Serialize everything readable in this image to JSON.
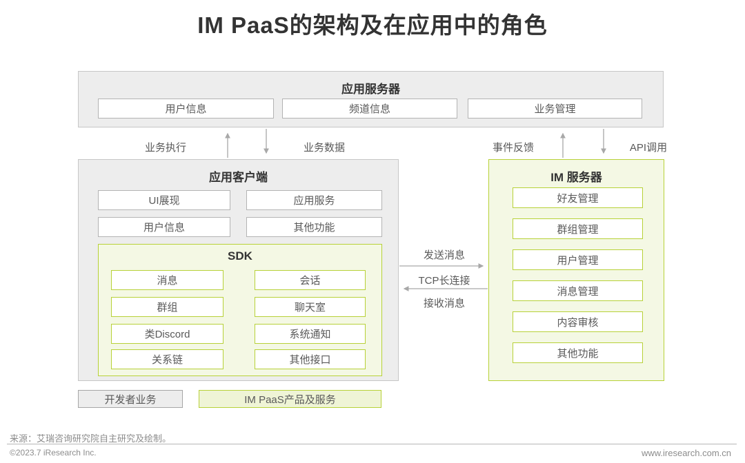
{
  "title": "IM PaaS的架构及在应用中的角色",
  "app_server": {
    "title": "应用服务器",
    "modules": [
      "用户信息",
      "频道信息",
      "业务管理"
    ]
  },
  "app_client": {
    "title": "应用客户端",
    "modules": [
      "UI展现",
      "应用服务",
      "用户信息",
      "其他功能"
    ],
    "sdk": {
      "title": "SDK",
      "modules": [
        "消息",
        "会话",
        "群组",
        "聊天室",
        "类Discord",
        "系统通知",
        "关系链",
        "其他接口"
      ]
    }
  },
  "im_server": {
    "title": "IM 服务器",
    "modules": [
      "好友管理",
      "群组管理",
      "用户管理",
      "消息管理",
      "内容审核",
      "其他功能"
    ]
  },
  "flow_labels": {
    "left_up": "业务执行",
    "left_down": "业务数据",
    "right_up": "事件反馈",
    "right_down": "API调用",
    "send": "发送消息",
    "tcp": "TCP长连接",
    "receive": "接收消息"
  },
  "legend": {
    "developer": "开发者业务",
    "paas": "IM PaaS产品及服务"
  },
  "footer": {
    "source": "来源：艾瑞咨询研究院自主研究及绘制。",
    "copyright": "©2023.7 iResearch Inc.",
    "website": "www.iresearch.com.cn"
  },
  "colors": {
    "title_text": "#333333",
    "box_text": "#595959",
    "gray_fill": "#ededed",
    "gray_border": "#c6c6c6",
    "gray_mod_border": "#b3b3b3",
    "legend_gray_border": "#a6a6a6",
    "green_fill": "#f4f8e4",
    "legend_green_fill": "#eff4d6",
    "green_border": "#b7d137",
    "arrow": "#a8a8a8",
    "footer_text": "#8c8c8c"
  }
}
